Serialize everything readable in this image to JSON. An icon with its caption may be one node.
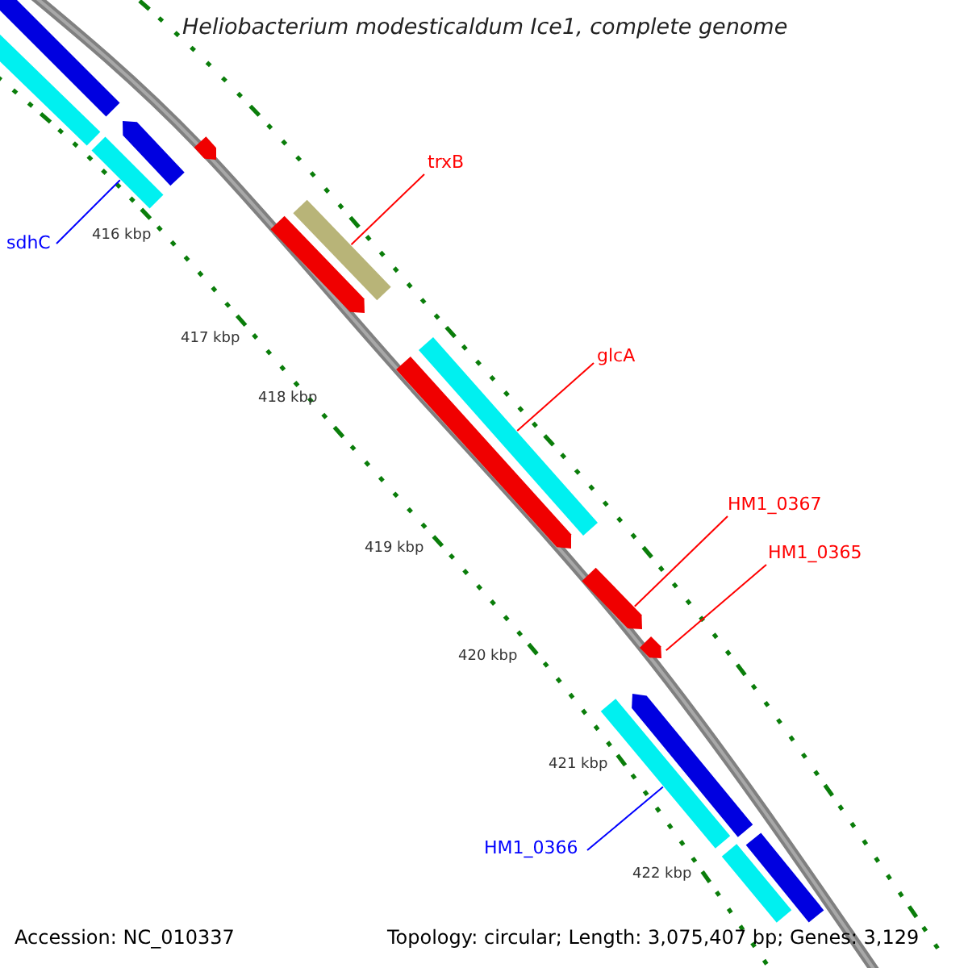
{
  "diagram": {
    "title": "Heliobacterium modesticaldum Ice1, complete genome",
    "nodes": [
      {
        "text": [],
        "shape": "bar"
      },
      {
        "text": [],
        "shape": "bar"
      },
      {
        "text": [],
        "shape": "bar"
      },
      {
        "text": [],
        "shape": "bar"
      },
      {
        "text": [],
        "shape": "bar"
      },
      {
        "text": [],
        "shape": "bar"
      },
      {
        "text": [],
        "shape": "bar"
      },
      {
        "text": [],
        "shape": "bar"
      },
      {
        "text": [],
        "shape": "bar"
      },
      {
        "text": [],
        "shape": "bar"
      },
      {
        "text": [],
        "shape": "bar"
      },
      {
        "text": [],
        "shape": "bar"
      },
      {
        "text": [],
        "shape": "bar"
      },
      {
        "text": [],
        "shape": "bar"
      },
      {
        "text": [],
        "shape": "bar"
      },
      {
        "text": [
          "sdhC"
        ]
      },
      {
        "text": [
          "trxB"
        ]
      },
      {
        "text": [
          "glcA"
        ]
      },
      {
        "text": [
          "HM1_0367"
        ]
      },
      {
        "text": [
          "HM1_0365"
        ]
      },
      {
        "text": [
          "HM1_0366"
        ]
      }
    ],
    "edges": [
      {
        "from": 15,
        "to": 3,
        "arrow": "none",
        "color": "#0000ff"
      },
      {
        "from": 16,
        "to": 5,
        "arrow": "none"
      },
      {
        "from": 17,
        "to": 7,
        "arrow": "none"
      },
      {
        "from": 18,
        "to": 9,
        "arrow": "none"
      },
      {
        "from": 19,
        "to": 10,
        "arrow": "none"
      },
      {
        "from": 20,
        "to": 13,
        "arrow": "none",
        "color": "#0000ff"
      }
    ],
    "labels": [
      "416 kbp",
      "417 kbp",
      "418 kbp",
      "419 kbp",
      "420 kbp",
      "421 kbp",
      "422 kbp",
      "Accession: NC_010337",
      "Topology: circular; Length: 3,075,407 bp; Genes: 3,129"
    ]
  }
}
